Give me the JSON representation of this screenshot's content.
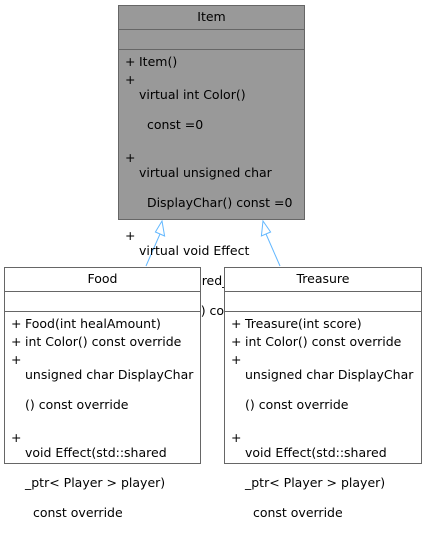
{
  "colors": {
    "base_fill": "#999999",
    "derived_fill": "#ffffff",
    "border": "#666666",
    "arrow": "#63b8ff"
  },
  "diagram": {
    "base": {
      "name": "Item",
      "operations": [
        {
          "vis": "+",
          "lines": [
            "Item()"
          ]
        },
        {
          "vis": "+",
          "lines": [
            "virtual int Color()",
            "  const =0"
          ]
        },
        {
          "vis": "+",
          "lines": [
            "virtual unsigned char",
            "  DisplayChar() const =0"
          ]
        },
        {
          "vis": "+",
          "lines": [
            "virtual void Effect",
            "  (std::shared_ptr< Player",
            "  > player) const =0"
          ]
        }
      ]
    },
    "derived": [
      {
        "name": "Food",
        "operations": [
          {
            "vis": "+",
            "lines": [
              "Food(int healAmount)"
            ]
          },
          {
            "vis": "+",
            "lines": [
              "int Color() const override"
            ]
          },
          {
            "vis": "+",
            "lines": [
              "unsigned char DisplayChar",
              "() const override"
            ]
          },
          {
            "vis": "+",
            "lines": [
              "void Effect(std::shared",
              "_ptr< Player > player)",
              "  const override"
            ]
          }
        ]
      },
      {
        "name": "Treasure",
        "operations": [
          {
            "vis": "+",
            "lines": [
              "Treasure(int score)"
            ]
          },
          {
            "vis": "+",
            "lines": [
              "int Color() const override"
            ]
          },
          {
            "vis": "+",
            "lines": [
              "unsigned char DisplayChar",
              "() const override"
            ]
          },
          {
            "vis": "+",
            "lines": [
              "void Effect(std::shared",
              "_ptr< Player > player)",
              "  const override"
            ]
          }
        ]
      }
    ]
  }
}
